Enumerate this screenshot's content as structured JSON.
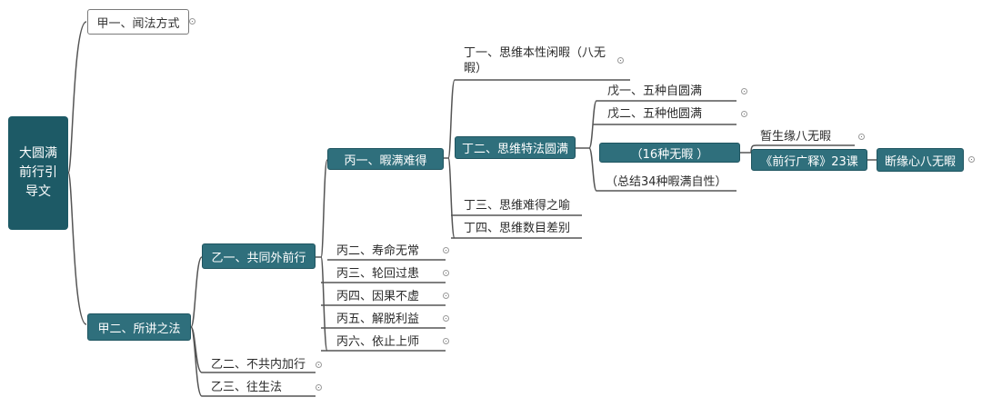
{
  "root": "大圆满前行引导文",
  "jia1": "甲一、闻法方式",
  "jia2": "甲二、所讲之法",
  "yi1": "乙一、共同外前行",
  "yi2": "乙二、不共内加行",
  "yi3": "乙三、往生法",
  "bing1": "丙一、暇满难得",
  "bing2": "丙二、寿命无常",
  "bing3": "丙三、轮回过患",
  "bing4": "丙四、因果不虚",
  "bing5": "丙五、解脱利益",
  "bing6": "丙六、依止上师",
  "ding1": "丁一、思维本性闲暇（八无暇）",
  "ding2": "丁二、思维特法圆满",
  "ding3": "丁三、思维难得之喻",
  "ding4": "丁四、思维数目差别",
  "wu1": "戊一、五种自圆满",
  "wu2": "戊二、五种他圆满",
  "wuxia16": "（16种无暇 ）",
  "summary": "（总结34种暇满自性）",
  "zansheng": "暂生缘八无暇",
  "qianxing": "《前行广释》23课",
  "duanyuan": "断缘心八无暇"
}
